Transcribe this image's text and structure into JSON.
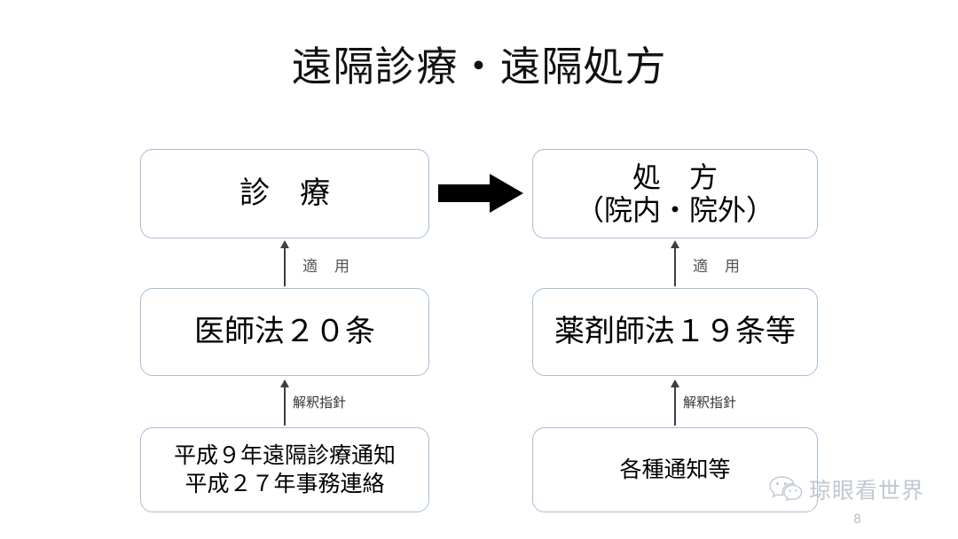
{
  "slide": {
    "title": "遠隔診療・遠隔処方",
    "page_number": "8",
    "background_color": "#ffffff",
    "box_border_color": "#a8bdd4",
    "connector_color": "#3f3f3f",
    "arrow_color": "#000000",
    "watermark_color": "#c2c8d2"
  },
  "nodes": {
    "diagnosis": {
      "line1": "診　療"
    },
    "prescription": {
      "line1": "処　方",
      "line2": "（院内・院外）"
    },
    "physician_law": {
      "line1": "医師法２０条"
    },
    "pharmacist_law": {
      "line1": "薬剤師法１９条等"
    },
    "notice_left": {
      "line1": "平成９年遠隔診療通知",
      "line2": "平成２７年事務連絡"
    },
    "notice_right": {
      "line1": "各種通知等"
    }
  },
  "connector_labels": {
    "left_upper": "適　用",
    "left_lower": "解釈指針",
    "right_upper": "適　用",
    "right_lower": "解釈指針"
  },
  "watermark": {
    "text": "琼眼看世界",
    "icon": "wechat-icon"
  },
  "chart_data": {
    "type": "diagram",
    "title": "遠隔診療・遠隔処方",
    "nodes": [
      {
        "id": "diagnosis",
        "label": "診　療",
        "column": "left",
        "row": "top"
      },
      {
        "id": "prescription",
        "label": "処　方（院内・院外）",
        "column": "right",
        "row": "top"
      },
      {
        "id": "physician_law",
        "label": "医師法２０条",
        "column": "left",
        "row": "middle"
      },
      {
        "id": "pharmacist_law",
        "label": "薬剤師法１９条等",
        "column": "right",
        "row": "middle"
      },
      {
        "id": "notice_left",
        "label": "平成９年遠隔診療通知 平成２７年事務連絡",
        "column": "left",
        "row": "bottom"
      },
      {
        "id": "notice_right",
        "label": "各種通知等",
        "column": "right",
        "row": "bottom"
      }
    ],
    "edges": [
      {
        "from": "physician_law",
        "to": "diagnosis",
        "label": "適　用",
        "direction": "up"
      },
      {
        "from": "notice_left",
        "to": "physician_law",
        "label": "解釈指針",
        "direction": "up"
      },
      {
        "from": "pharmacist_law",
        "to": "prescription",
        "label": "適　用",
        "direction": "up"
      },
      {
        "from": "notice_right",
        "to": "pharmacist_law",
        "label": "解釈指針",
        "direction": "up"
      },
      {
        "from": "diagnosis",
        "to": "prescription",
        "label": "",
        "direction": "right"
      }
    ]
  }
}
